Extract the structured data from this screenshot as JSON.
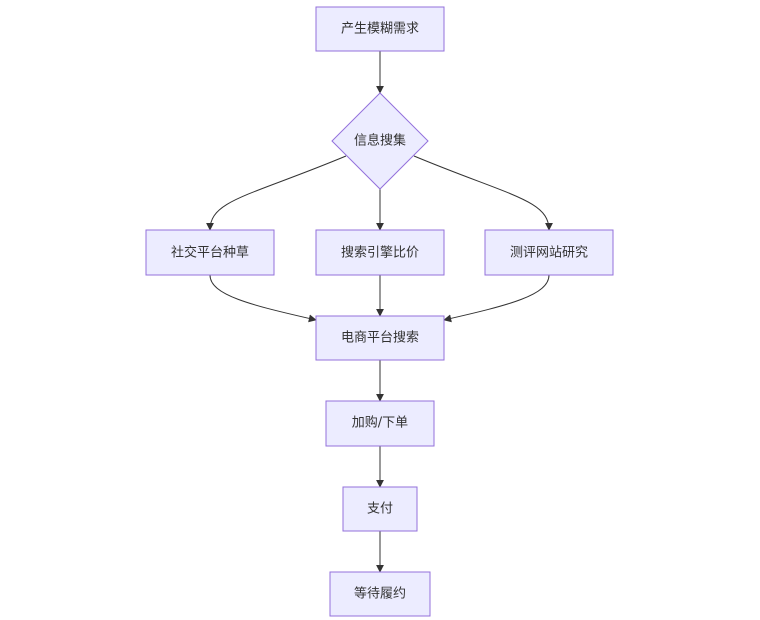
{
  "flowchart": {
    "colors": {
      "node_fill": "#ececff",
      "node_stroke": "#9370db",
      "edge": "#333333",
      "text": "#333333"
    },
    "nodes": {
      "need": "产生模糊需求",
      "info_search": "信息搜集",
      "social": "社交平台种草",
      "search_engine": "搜索引擎比价",
      "review_site": "测评网站研究",
      "ecommerce": "电商平台搜索",
      "cart_order": "加购/下单",
      "payment": "支付",
      "fulfillment": "等待履约"
    },
    "edges": [
      [
        "need",
        "info_search"
      ],
      [
        "info_search",
        "social"
      ],
      [
        "info_search",
        "search_engine"
      ],
      [
        "info_search",
        "review_site"
      ],
      [
        "social",
        "ecommerce"
      ],
      [
        "search_engine",
        "ecommerce"
      ],
      [
        "review_site",
        "ecommerce"
      ],
      [
        "ecommerce",
        "cart_order"
      ],
      [
        "cart_order",
        "payment"
      ],
      [
        "payment",
        "fulfillment"
      ]
    ]
  }
}
